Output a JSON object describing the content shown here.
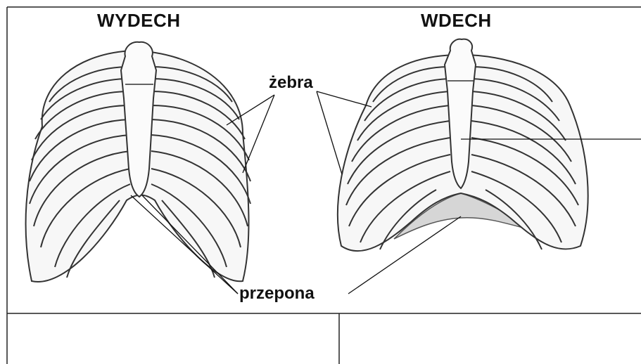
{
  "titles": {
    "exhale": "WYDECH",
    "inhale": "WDECH"
  },
  "labels": {
    "ribs": "żebra",
    "diaphragm": "przepona"
  },
  "table": {
    "bottom_cells": [
      "",
      ""
    ]
  }
}
